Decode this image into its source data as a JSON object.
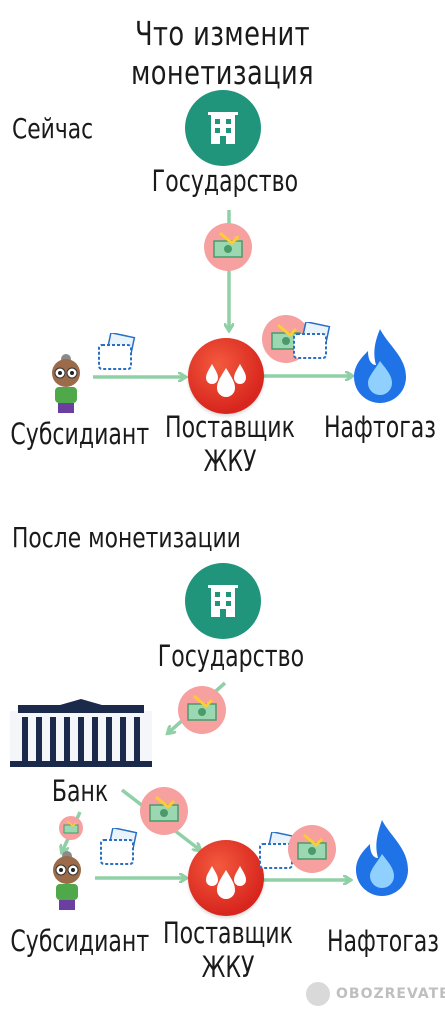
{
  "title": "Что изменит монетизация",
  "now": {
    "heading": "Сейчас",
    "government": "Государство",
    "subsidiary": "Субсидиант",
    "provider": "Поставщик ЖКУ",
    "naftogaz": "Нафтогаз"
  },
  "after": {
    "heading": "После монетизации",
    "government": "Государство",
    "bank": "Банк",
    "subsidiary": "Субсидиант",
    "provider": "Поставщик ЖКУ",
    "naftogaz": "Нафтогаз"
  },
  "watermark": "OBOZREVATEL",
  "colors": {
    "government": "#20957b",
    "provider": "#e23a2a",
    "money_badge": "#f6a0a0",
    "arrow": "#8fd0a6",
    "flame": "#1f73e6"
  },
  "icons": [
    "building-icon",
    "drops-icon",
    "flame-icon",
    "money-icon",
    "wallet-icon",
    "bank-building-icon",
    "person-icon"
  ]
}
